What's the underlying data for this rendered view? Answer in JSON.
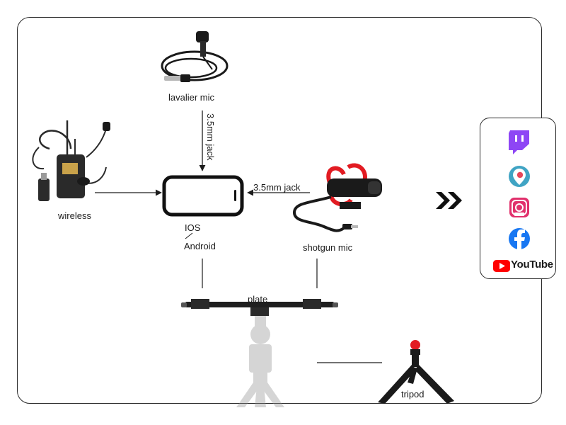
{
  "labels": {
    "lavalier": "lavalier mic",
    "jack_vertical": "3.5mm jack",
    "jack_horizontal": "3.5mm jack",
    "wireless": "wireless",
    "ios": "IOS",
    "android": "Android",
    "shotgun": "shotgun mic",
    "plate": "plate",
    "tripod": "tripod"
  },
  "platforms": {
    "icons": [
      "twitch-icon",
      "periscope-icon",
      "instagram-live-icon",
      "facebook-icon",
      "youtube-icon"
    ],
    "youtube_label": "YouTube"
  },
  "colors": {
    "twitch": "#8e46f5",
    "periscope": "#40a4c4",
    "instagram": "#e1306c",
    "facebook": "#1877f2",
    "youtube": "#ff0000"
  }
}
